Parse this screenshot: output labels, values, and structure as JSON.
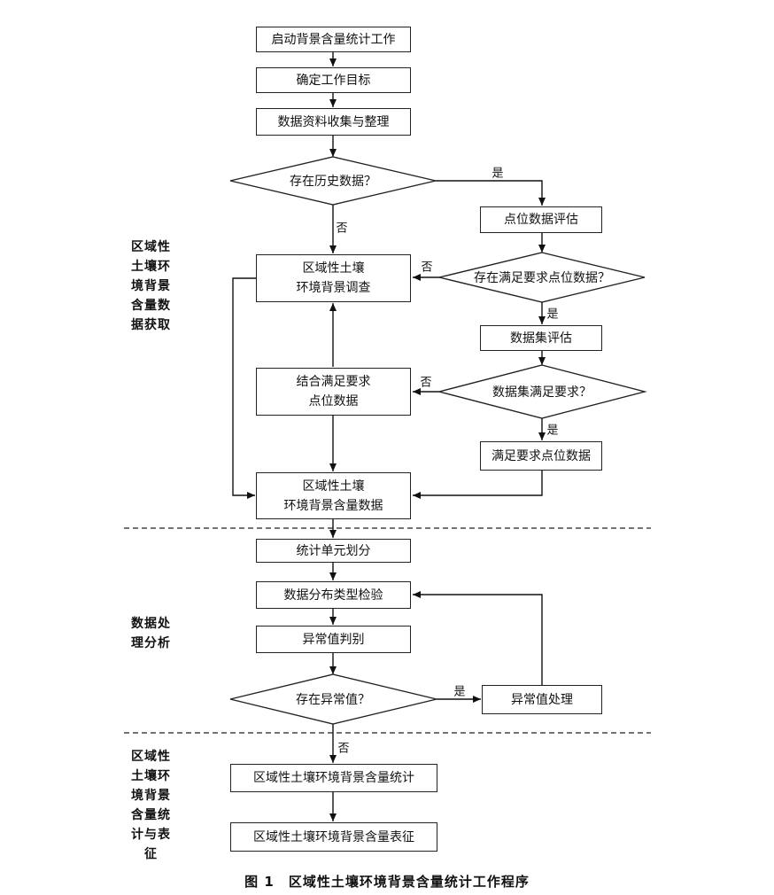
{
  "nodes": {
    "start": "启动背景含量统计工作",
    "goal": "确定工作目标",
    "collect": "数据资料收集与整理",
    "history_q": "存在历史数据？",
    "point_eval": "点位数据评估",
    "survey": "区域性土壤\n环境背景调查",
    "point_q": "存在满足要求点位数据？",
    "dataset_eval": "数据集评估",
    "combine": "结合满足要求\n点位数据",
    "dataset_q": "数据集满足要求？",
    "satisfy": "满足要求点位数据",
    "bg_data": "区域性土壤\n环境背景含量数据",
    "unit": "统计单元划分",
    "dist": "数据分布类型检验",
    "outlier_id": "异常值判别",
    "outlier_q": "存在异常值？",
    "outlier_proc": "异常值处理",
    "stat": "区域性土壤环境背景含量统计",
    "char": "区域性土壤环境背景含量表征"
  },
  "edge_labels": {
    "history_yes": "是",
    "history_no": "否",
    "point_no": "否",
    "point_yes": "是",
    "dataset_no": "否",
    "dataset_yes": "是",
    "outlier_yes": "是",
    "outlier_no": "否"
  },
  "sections": {
    "acquire": "区域性\n土壤环\n境背景\n含量数\n据获取",
    "process": "数据处\n理分析",
    "stats": "区域性\n土壤环\n境背景\n含量统\n计与表\n征"
  },
  "caption": "图 1　区域性土壤环境背景含量统计工作程序"
}
